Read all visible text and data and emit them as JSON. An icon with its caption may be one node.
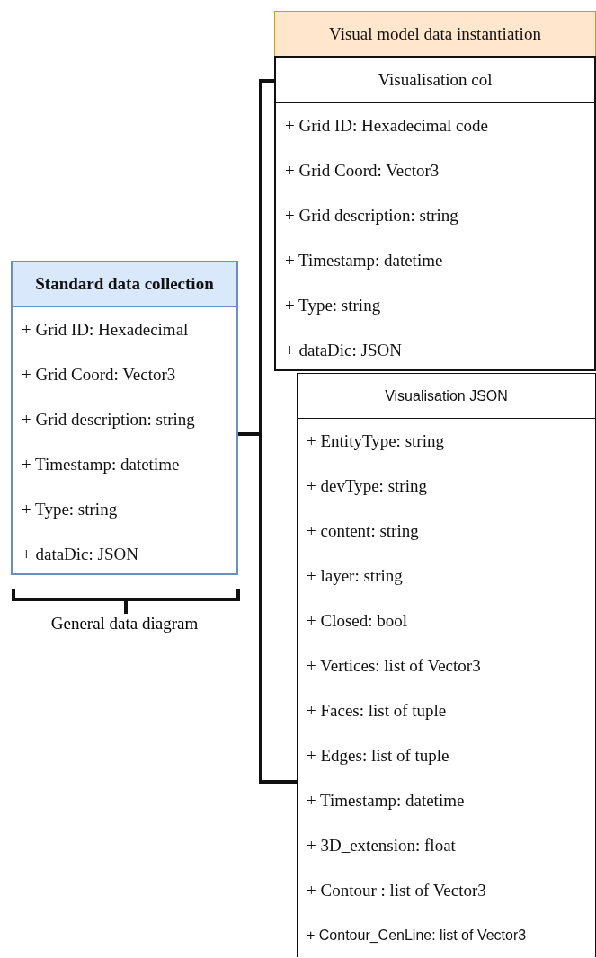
{
  "diagram": {
    "nodes": [
      {
        "text": [
          "Standard data collection",
          "+ Grid ID: Hexadecimal",
          "+ Grid Coord: Vector3",
          "+ Grid description: string",
          "+ Timestamp: datetime",
          "+ Type: string",
          "+ dataDic: JSON"
        ],
        "beside": [
          "General data diagram"
        ]
      },
      {
        "text": [
          "Visual model data instantiation"
        ]
      },
      {
        "text": [
          "Visualisation col",
          "+ Grid ID: Hexadecimal code",
          "+ Grid Coord: Vector3",
          "+ Grid description: string",
          "+ Timestamp: datetime",
          "+ Type: string",
          "+ dataDic: JSON"
        ]
      },
      {
        "text": [
          "Visualisation JSON",
          "+ EntityType: string",
          "+ devType: string",
          "+ content: string",
          "+ layer: string",
          "+ Closed: bool",
          "+ Vertices: list of Vector3",
          "+ Faces: list of tuple",
          "+ Edges: list of tuple",
          "+ Timestamp: datetime",
          "+ 3D_extension: float",
          "+ Contour : list of Vector3",
          "+ Contour_CenLine: list of Vector3"
        ]
      }
    ],
    "edges": [
      {
        "from": 0,
        "to": 2,
        "arrow": "none"
      },
      {
        "from": 0,
        "to": 3,
        "arrow": "none"
      }
    ]
  }
}
